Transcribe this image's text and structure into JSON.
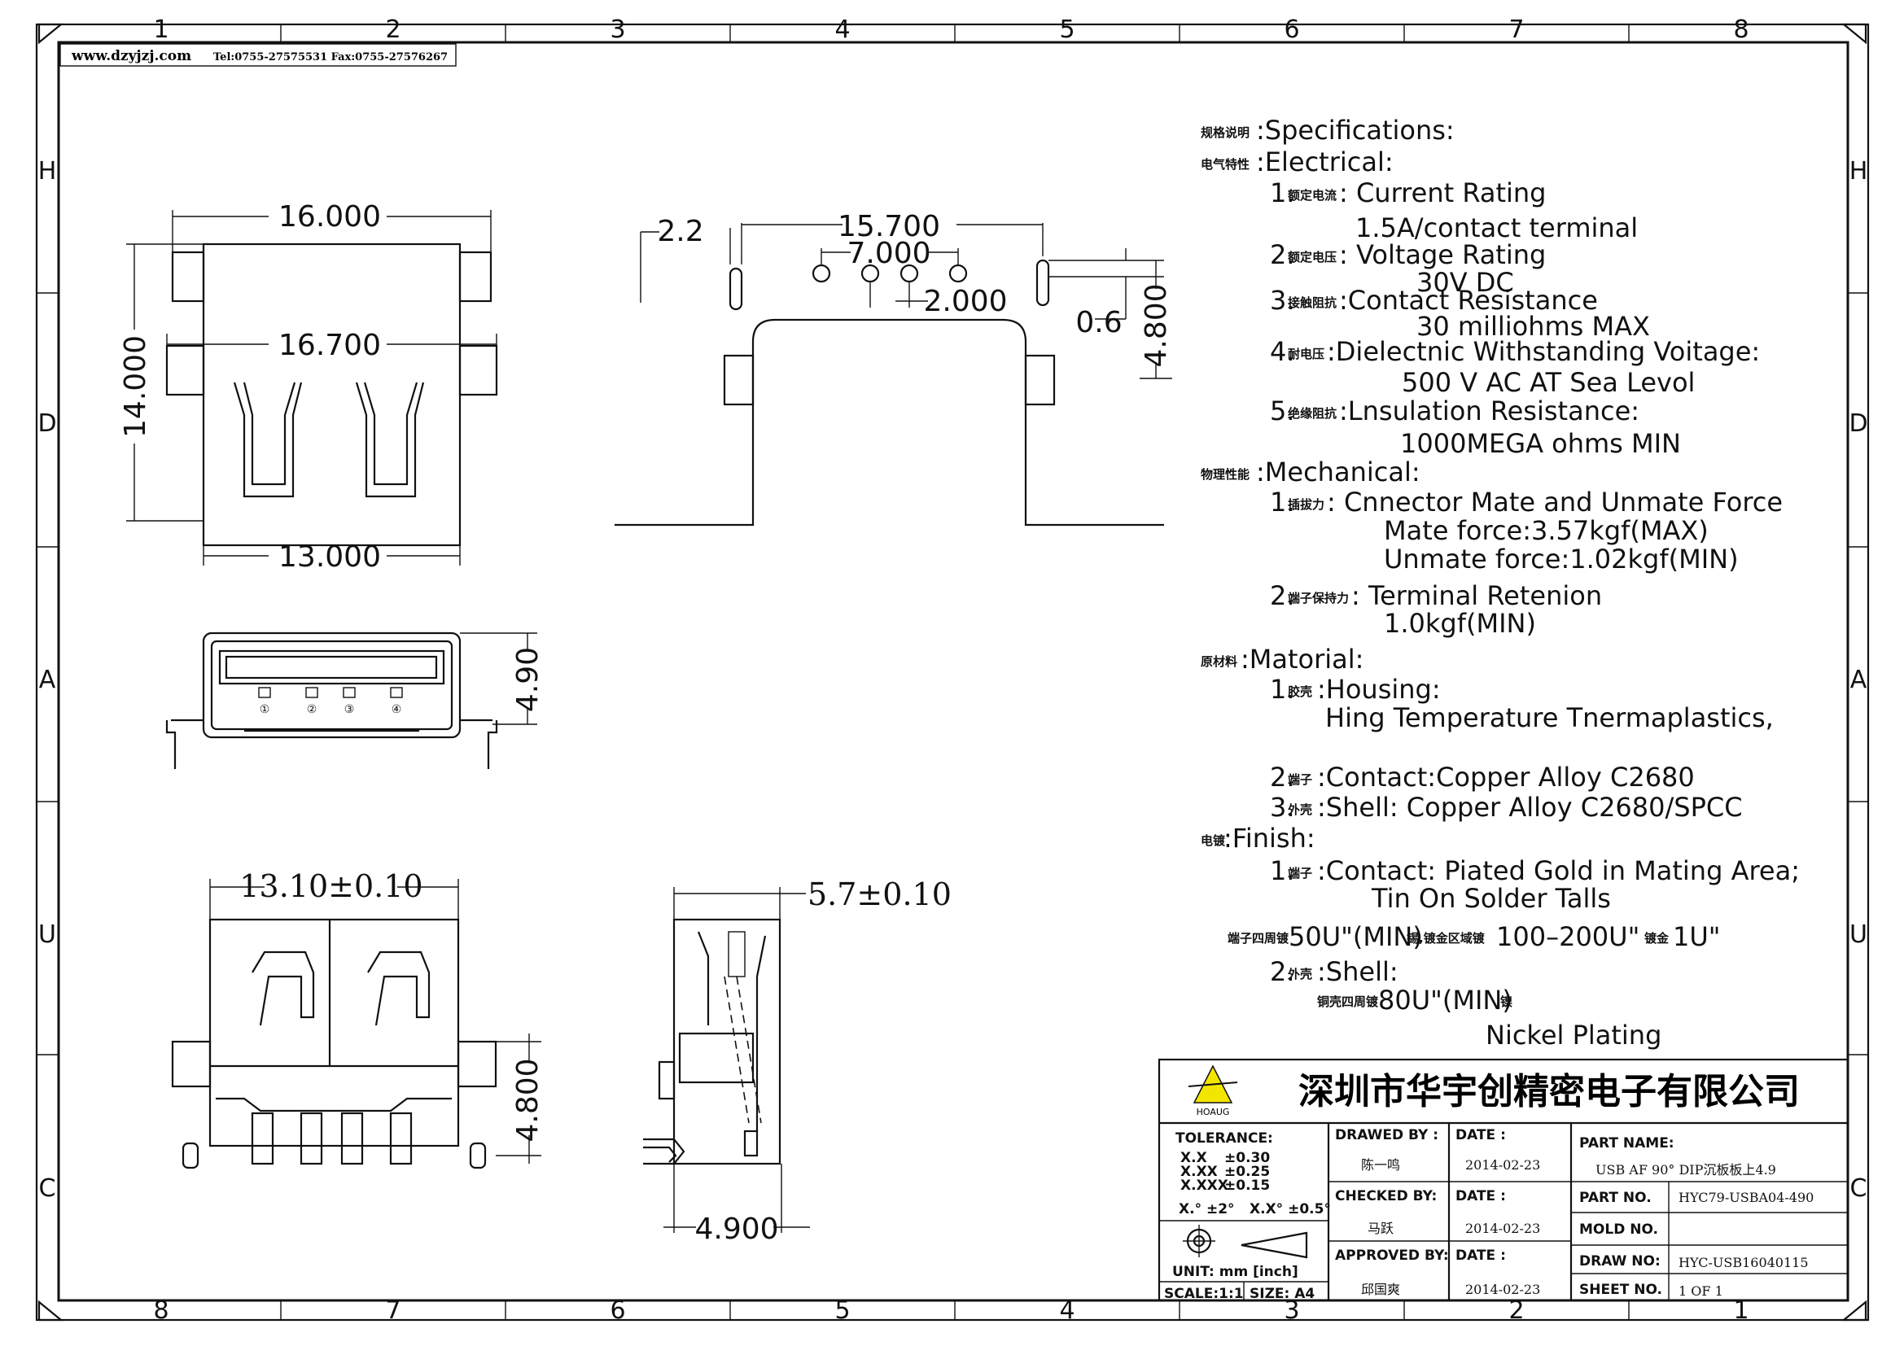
{
  "header": {
    "website": "www.dzyjzj.com",
    "contact": "Tel:0755-27575531  Fax:0755-27576267"
  },
  "border": {
    "top_zones": [
      "1",
      "2",
      "3",
      "4",
      "5",
      "6",
      "7",
      "8"
    ],
    "bottom_zones": [
      "8",
      "7",
      "6",
      "5",
      "4",
      "3",
      "2",
      "1"
    ],
    "left_zones": [
      "H",
      "D",
      "A",
      "U",
      "C"
    ],
    "right_zones": [
      "H",
      "D",
      "A",
      "U",
      "C"
    ]
  },
  "drawing": {
    "dims": {
      "top_w1": "16.000",
      "top_w2": "16.700",
      "top_w3": "13.000",
      "top_h": "14.000",
      "front_h": "4.90",
      "bot_w": "13.10±0.10",
      "bot_h": "4.800",
      "side_w": "5.7±0.10",
      "side_b": "4.900",
      "pcb_22": "2.2",
      "pcb_157": "15.700",
      "pcb_70": "7.000",
      "pcb_20": "2.000",
      "pcb_06": "0.6",
      "pcb_48": "4.800"
    },
    "pins": [
      "①",
      "②",
      "③",
      "④"
    ]
  },
  "specs": {
    "specifications": {
      "cn": "规格说明",
      "en": ":Specifications:"
    },
    "electrical": {
      "cn": "电气特性",
      "en": ":Electrical:"
    },
    "e1": {
      "num": "1.",
      "cn": "额定电流",
      "en": ": Current  Rating",
      "value": "1.5A/contact  terminal"
    },
    "e2": {
      "num": "2.",
      "cn": "额定电压",
      "en": ": Voltage  Rating",
      "value": "30V  DC"
    },
    "e3": {
      "num": "3.",
      "cn": "接触阻抗",
      "en": ":Contact  Resistance",
      "value": "30  milliohms  MAX"
    },
    "e4": {
      "num": "4.",
      "cn": "耐电压",
      "en": ":Dielectnic  Withstanding  Voitage:",
      "value": "500  V  AC  AT  Sea  Levol"
    },
    "e5": {
      "num": "5.",
      "cn": "绝缘阻抗",
      "en": ":Lnsulation  Resistance:",
      "value": "1000MEGA  ohms  MIN"
    },
    "mechanical": {
      "cn": "物理性能",
      "en": ":Mechanical:"
    },
    "m1": {
      "num": "1.",
      "cn": "插拔力",
      "en": ": Cnnector  Mate  and  Unmate  Force",
      "value1": "Mate  force:3.57kgf(MAX)",
      "value2": "Unmate  force:1.02kgf(MIN)"
    },
    "m2": {
      "num": "2.",
      "cn": "端子保持力",
      "en": ": Terminal  Retenion",
      "value": "1.0kgf(MIN)"
    },
    "material": {
      "cn": "原材料",
      "en": ":Matorial:"
    },
    "mat1": {
      "num": "1.",
      "cn": "胶壳",
      "en": ":Housing:",
      "value": "Hing  Temperature    Tnermaplastics,"
    },
    "mat2": {
      "num": "2.",
      "cn": "端子",
      "en": ":Contact:Copper  Alloy  C2680"
    },
    "mat3": {
      "num": "3.",
      "cn": "外壳",
      "en": ":Shell:  Copper  Alloy  C2680/SPCC"
    },
    "finish": {
      "cn": "电镀",
      "en": ":Finish:"
    },
    "f1": {
      "num": "1.",
      "cn": "端子",
      "en": ":Contact:  Piated  Gold  in  Mating  Area;",
      "value": "Tin  On  Solder  Talls"
    },
    "f1b": {
      "cn1": "端子四周镀",
      "v1": "50U\"(MIN)",
      "cn2": "锡,镀金区域镀",
      "v2": "100–200U\"",
      "cn3": "镀金",
      "v3": "1U\""
    },
    "f2": {
      "num": "2.",
      "cn": "外壳",
      "en": ":Shell:"
    },
    "f2b": {
      "cn1": "铜壳四周镀",
      "v1": "80U\"(MIN)",
      "cn2": "镍"
    },
    "f2c": "Nickel  Plating"
  },
  "title_block": {
    "company": "深圳市华宇创精密电子有限公司",
    "logo_text": "HOAUG",
    "tolerance_label": "TOLERANCE:",
    "tol_x": "X.X",
    "tol_x_v": "±0.30",
    "tol_xx": "X.XX",
    "tol_xx_v": "±0.25",
    "tol_xxx": "X.XXX",
    "tol_xxx_v": "±0.15",
    "tol_ang1": "X.° ±2°",
    "tol_ang2": "X.X° ±0.5°",
    "unit": "UNIT:  mm  [inch]",
    "scale": "SCALE:1:1",
    "size": "SIZE:  A4",
    "drawn_by_label": "DRAWED  BY  :",
    "drawn_by": "陈一鸣",
    "checked_by_label": "CHECKED  BY:",
    "checked_by": "马跃",
    "approved_by_label": "APPROVED  BY:",
    "approved_by": "邱国爽",
    "date_label": "DATE  :",
    "date1": "2014-02-23",
    "date2": "2014-02-23",
    "date3": "2014-02-23",
    "part_name_label": "PART  NAME:",
    "part_name": "USB  AF  90°  DIP沉板板上4.9",
    "part_no_label": "PART  NO.",
    "part_no": "HYC79-USBA04-490",
    "mold_no_label": "MOLD  NO.",
    "mold_no": "",
    "draw_no_label": "DRAW  NO:",
    "draw_no": "HYC-USB16040115",
    "sheet_no_label": "SHEET  NO.",
    "sheet_no": "1  OF  1"
  }
}
